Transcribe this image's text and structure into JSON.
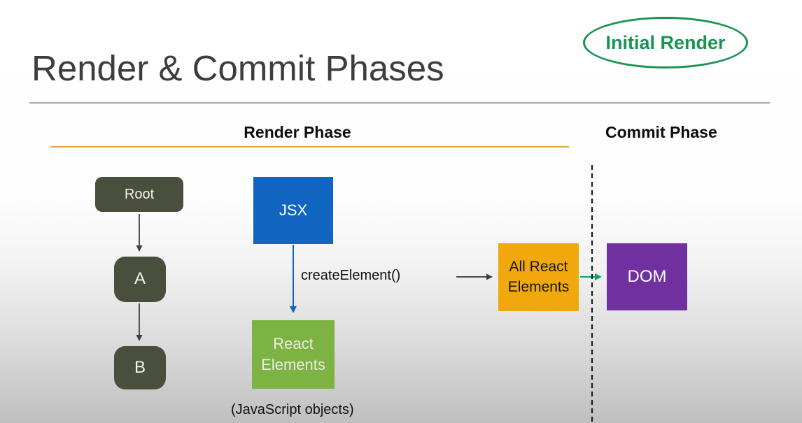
{
  "badge": {
    "label": "Initial Render",
    "color": "#179551"
  },
  "title": {
    "text": "Render & Commit Phases"
  },
  "sections": {
    "render_phase": {
      "label": "Render Phase",
      "underline_color": "#e5a13c"
    },
    "commit_phase": {
      "label": "Commit Phase"
    }
  },
  "tree": {
    "node_color": "#4a4e3d",
    "nodes": [
      {
        "label": "Root"
      },
      {
        "label": "A"
      },
      {
        "label": "B"
      }
    ]
  },
  "flow": {
    "jsx": {
      "label": "JSX",
      "color": "#1065c0"
    },
    "create_element": {
      "label": "createElement()"
    },
    "react_elements": {
      "label": "React Elements",
      "color": "#7db343"
    },
    "js_objects_note": {
      "label": "(JavaScript objects)"
    },
    "all_react_elements": {
      "label": "All React Elements",
      "color": "#f0a80c"
    },
    "dom": {
      "label": "DOM",
      "color": "#7030a0"
    },
    "arrow_green_color": "#0ca26c"
  }
}
